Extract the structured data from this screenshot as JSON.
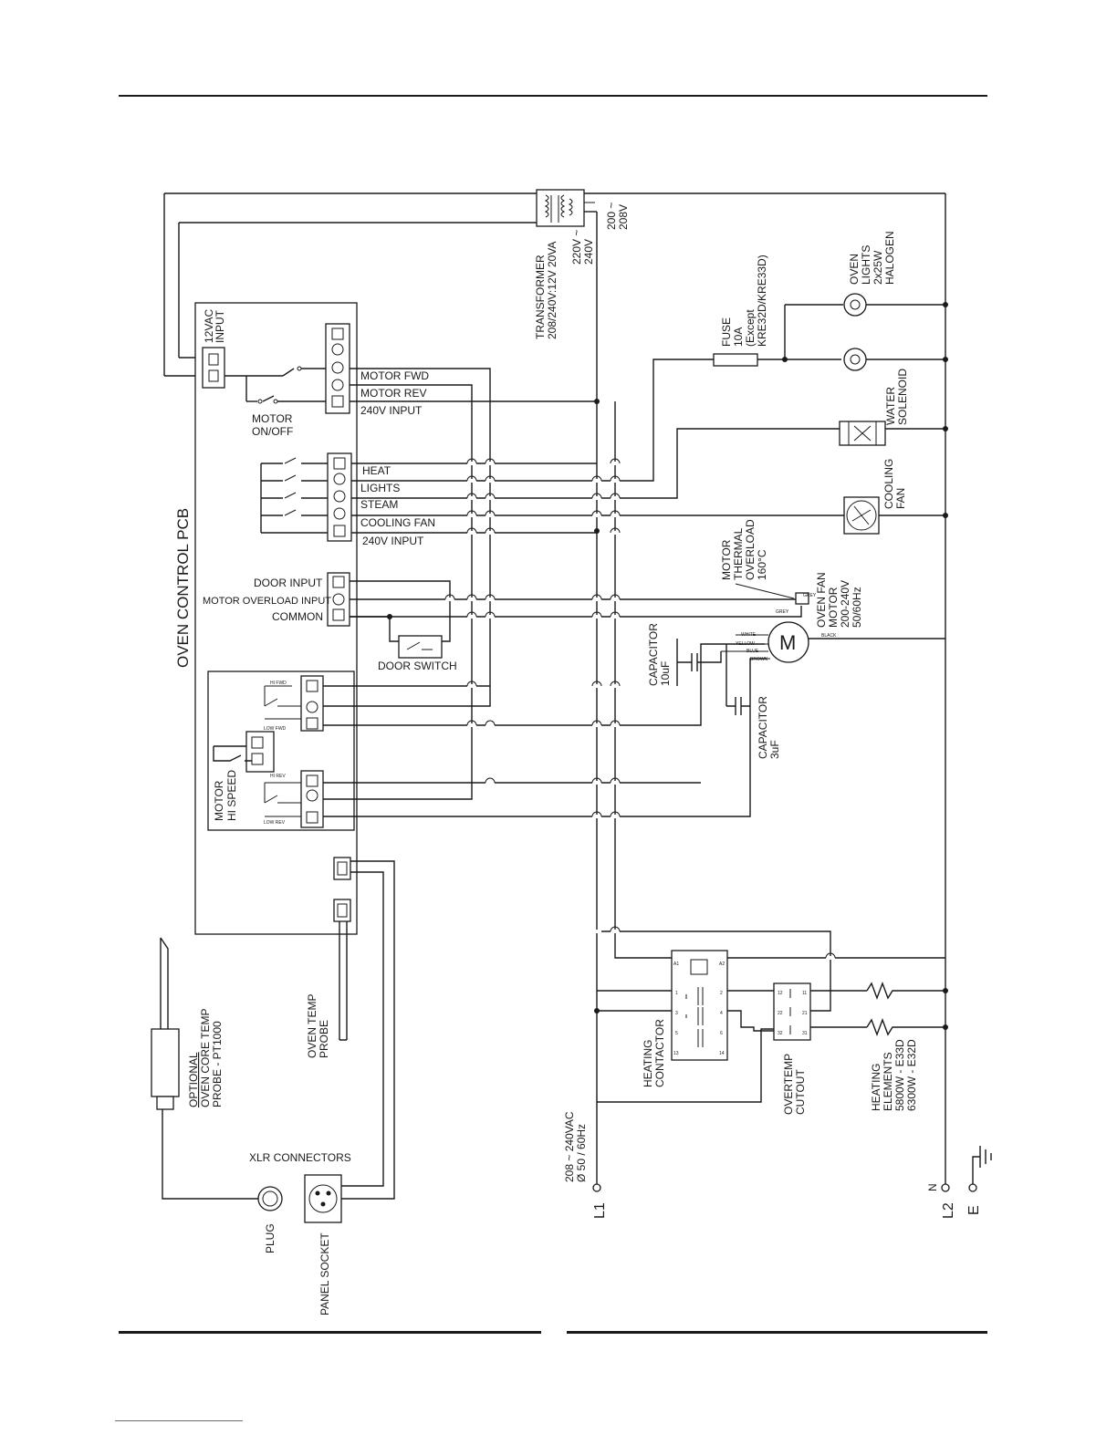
{
  "labels": {
    "oven_control_pcb": "OVEN CONTROL PCB",
    "input_12vac": [
      "12VAC",
      "INPUT"
    ],
    "motor_fwd": "MOTOR FWD",
    "motor_rev": "MOTOR REV",
    "input_240v_a": "240V INPUT",
    "motor_onoff": [
      "MOTOR",
      "ON/OFF"
    ],
    "heat": "HEAT",
    "lights": "LIGHTS",
    "steam": "STEAM",
    "cooling_fan_out": "COOLING FAN",
    "input_240v_b": "240V INPUT",
    "door_input": "DOOR INPUT",
    "motor_overload_input": "MOTOR OVERLOAD INPUT",
    "common": "COMMON",
    "door_switch": "DOOR SWITCH",
    "motor_hi_speed": [
      "MOTOR",
      "HI SPEED"
    ],
    "hi_fwd": "HI FWD",
    "low_fwd": "LOW FWD",
    "hi_rev": "HI REV",
    "low_rev": "LOW REV",
    "transformer": [
      "TRANSFORMER",
      "208/240V:12V 20VA"
    ],
    "tap_220_240": [
      "220V ~",
      "240V"
    ],
    "tap_200_208": [
      "200 ~",
      "208V"
    ],
    "fuse": [
      "FUSE",
      "10A",
      "(Except",
      "KRE32D/KRE33D)"
    ],
    "oven_lights": [
      "OVEN",
      "LIGHTS",
      "2x25W",
      "HALOGEN"
    ],
    "water_solenoid": [
      "WATER",
      "SOLENOID"
    ],
    "cooling_fan": [
      "COOLING",
      "FAN"
    ],
    "motor_thermal_overload": [
      "MOTOR",
      "THERMAL",
      "OVERLOAD",
      "160°C"
    ],
    "oven_fan_motor": [
      "OVEN FAN",
      "MOTOR",
      "200-240V",
      "50/60Hz"
    ],
    "motor_symbol": "M",
    "wire_colors": [
      "GREY",
      "GREY",
      "WHITE",
      "YELLOW",
      "BLUE",
      "BROWN",
      "BLACK"
    ],
    "capacitor_10": [
      "CAPACITOR",
      "10uF"
    ],
    "capacitor_3": [
      "CAPACITOR",
      "3uF"
    ],
    "heating_contactor": [
      "HEATING",
      "CONTACTOR"
    ],
    "contactor_terminals": [
      "A1",
      "A2",
      "1",
      "2",
      "3",
      "4",
      "5",
      "6",
      "13",
      "14"
    ],
    "overtemp_cutout": [
      "OVERTEMP",
      "CUTOUT"
    ],
    "cutout_terminals": [
      "12",
      "11",
      "22",
      "21",
      "32",
      "31"
    ],
    "heating_elements": [
      "HEATING",
      "ELEMENTS",
      "5800W - E33D",
      "6300W - E32D"
    ],
    "supply": [
      "208 ~ 240VAC",
      "Ø  50 / 60Hz"
    ],
    "l1": "L1",
    "n": "N",
    "l2": "L2",
    "e": "E",
    "optional_probe": [
      "OPTIONAL",
      "OVEN CORE TEMP",
      "PROBE - PT1000"
    ],
    "oven_temp_probe": [
      "OVEN TEMP",
      "PROBE"
    ],
    "xlr_connectors": "XLR CONNECTORS",
    "plug": "PLUG",
    "panel_socket": "PANEL SOCKET"
  }
}
